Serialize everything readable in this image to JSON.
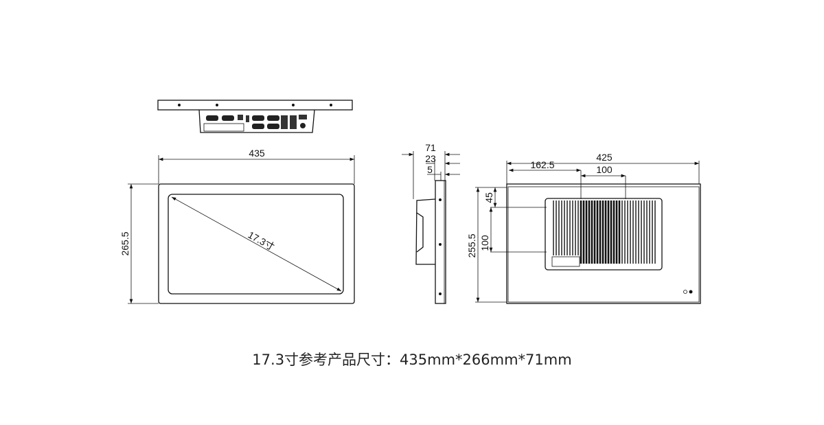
{
  "drawing": {
    "front_view": {
      "width_label": "435",
      "height_label": "265.5",
      "diagonal_label": "17.3寸"
    },
    "side_view": {
      "depth_total_label": "71",
      "depth_mid_label": "23",
      "depth_bezel_label": "5"
    },
    "back_view": {
      "width_label": "425",
      "offset_x_label": "162.5",
      "vesa_x_label": "100",
      "height_label": "255.5",
      "offset_y_label": "45",
      "vesa_y_label": "100"
    }
  },
  "caption": "17.3寸参考产品尺寸：435mm*266mm*71mm",
  "colors": {
    "line": "#111111",
    "background": "#ffffff"
  }
}
